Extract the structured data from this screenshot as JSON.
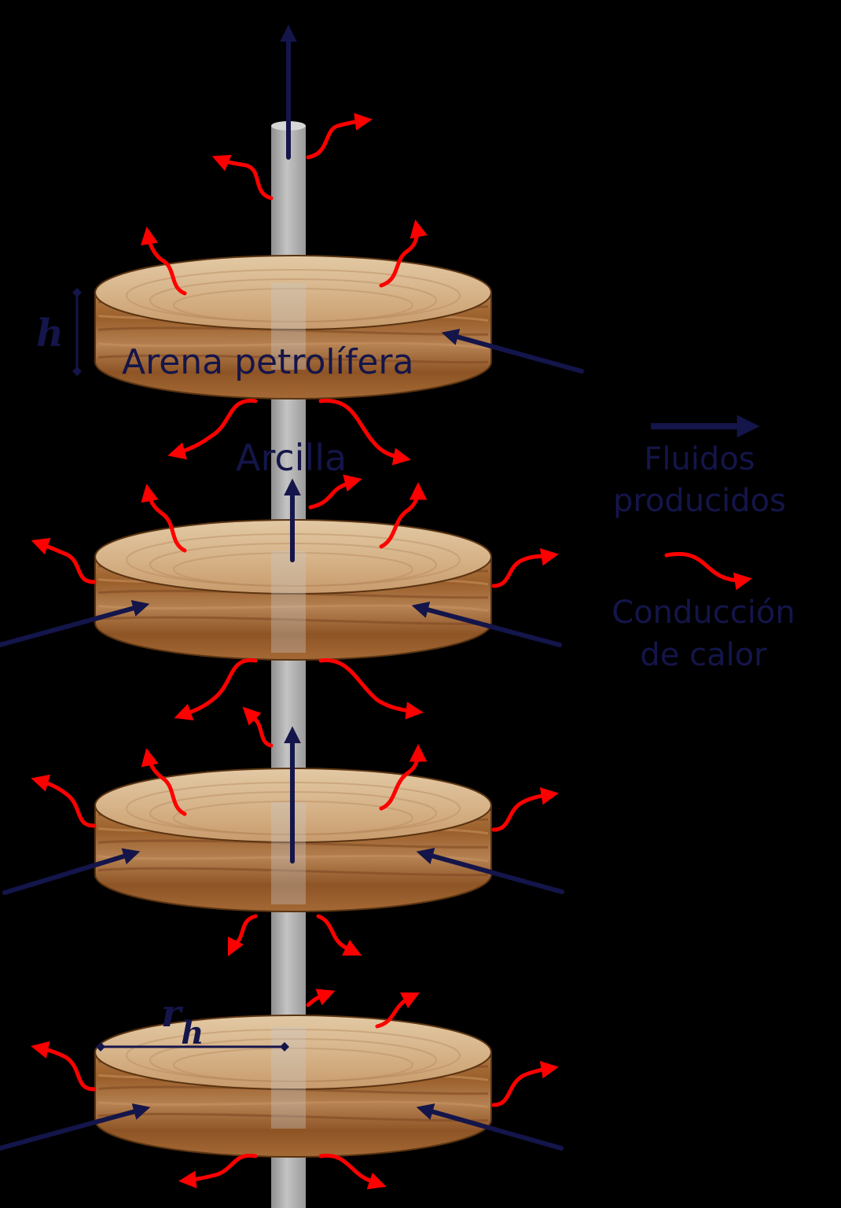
{
  "labels": {
    "sand": "Arena petrolífera",
    "clay": "Arcilla",
    "height": "h",
    "radius": "r",
    "radius_sub": "h"
  },
  "legend": {
    "fluids_line1": "Fluidos",
    "fluids_line2": "producidos",
    "heat_line1": "Conducción",
    "heat_line2": "de calor"
  },
  "colors": {
    "background": "#000000",
    "fluid_arrow": "#14154a",
    "heat_arrow": "#ff0000",
    "pipe": "#a9a9a9",
    "sand_layer": "#a9703a"
  },
  "layers": [
    {
      "id": "layer-1"
    },
    {
      "id": "layer-2"
    },
    {
      "id": "layer-3"
    },
    {
      "id": "layer-4"
    }
  ]
}
